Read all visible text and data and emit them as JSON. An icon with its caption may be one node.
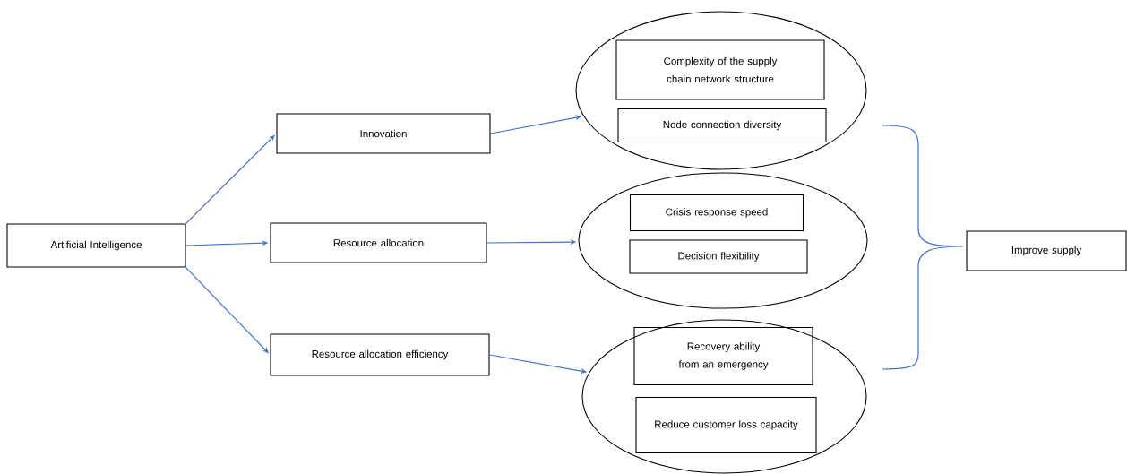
{
  "diagram": {
    "nodes": [
      {
        "text": [
          "Artificial Intelligence"
        ]
      },
      {
        "text": [
          "Innovation"
        ]
      },
      {
        "text": [
          "Resource allocation"
        ]
      },
      {
        "text": [
          "Resource allocation efficiency"
        ]
      },
      {
        "text": [],
        "shape": "ellipse"
      },
      {
        "text": [
          "Complexity of the supply chain network structure"
        ],
        "in": 4
      },
      {
        "text": [
          "Node connection diversity"
        ],
        "in": 4
      },
      {
        "text": [],
        "shape": "ellipse"
      },
      {
        "text": [
          "Crisis response speed"
        ],
        "in": 7
      },
      {
        "text": [
          "Decision flexibility"
        ],
        "in": 7
      },
      {
        "text": [],
        "shape": "ellipse"
      },
      {
        "text": [
          "Recovery ability from an emergency"
        ],
        "in": 10
      },
      {
        "text": [
          "Reduce customer loss capacity"
        ],
        "in": 10
      },
      {
        "text": [
          "Improve supply"
        ]
      }
    ],
    "edges": [
      {
        "from": 0,
        "to": 1,
        "arrow": "to"
      },
      {
        "from": 0,
        "to": 2,
        "arrow": "to"
      },
      {
        "from": 0,
        "to": 3,
        "arrow": "to"
      },
      {
        "from": 1,
        "to": 4,
        "arrow": "to"
      },
      {
        "from": 2,
        "to": 7,
        "arrow": "to"
      },
      {
        "from": 3,
        "to": 10,
        "arrow": "to"
      }
    ]
  }
}
